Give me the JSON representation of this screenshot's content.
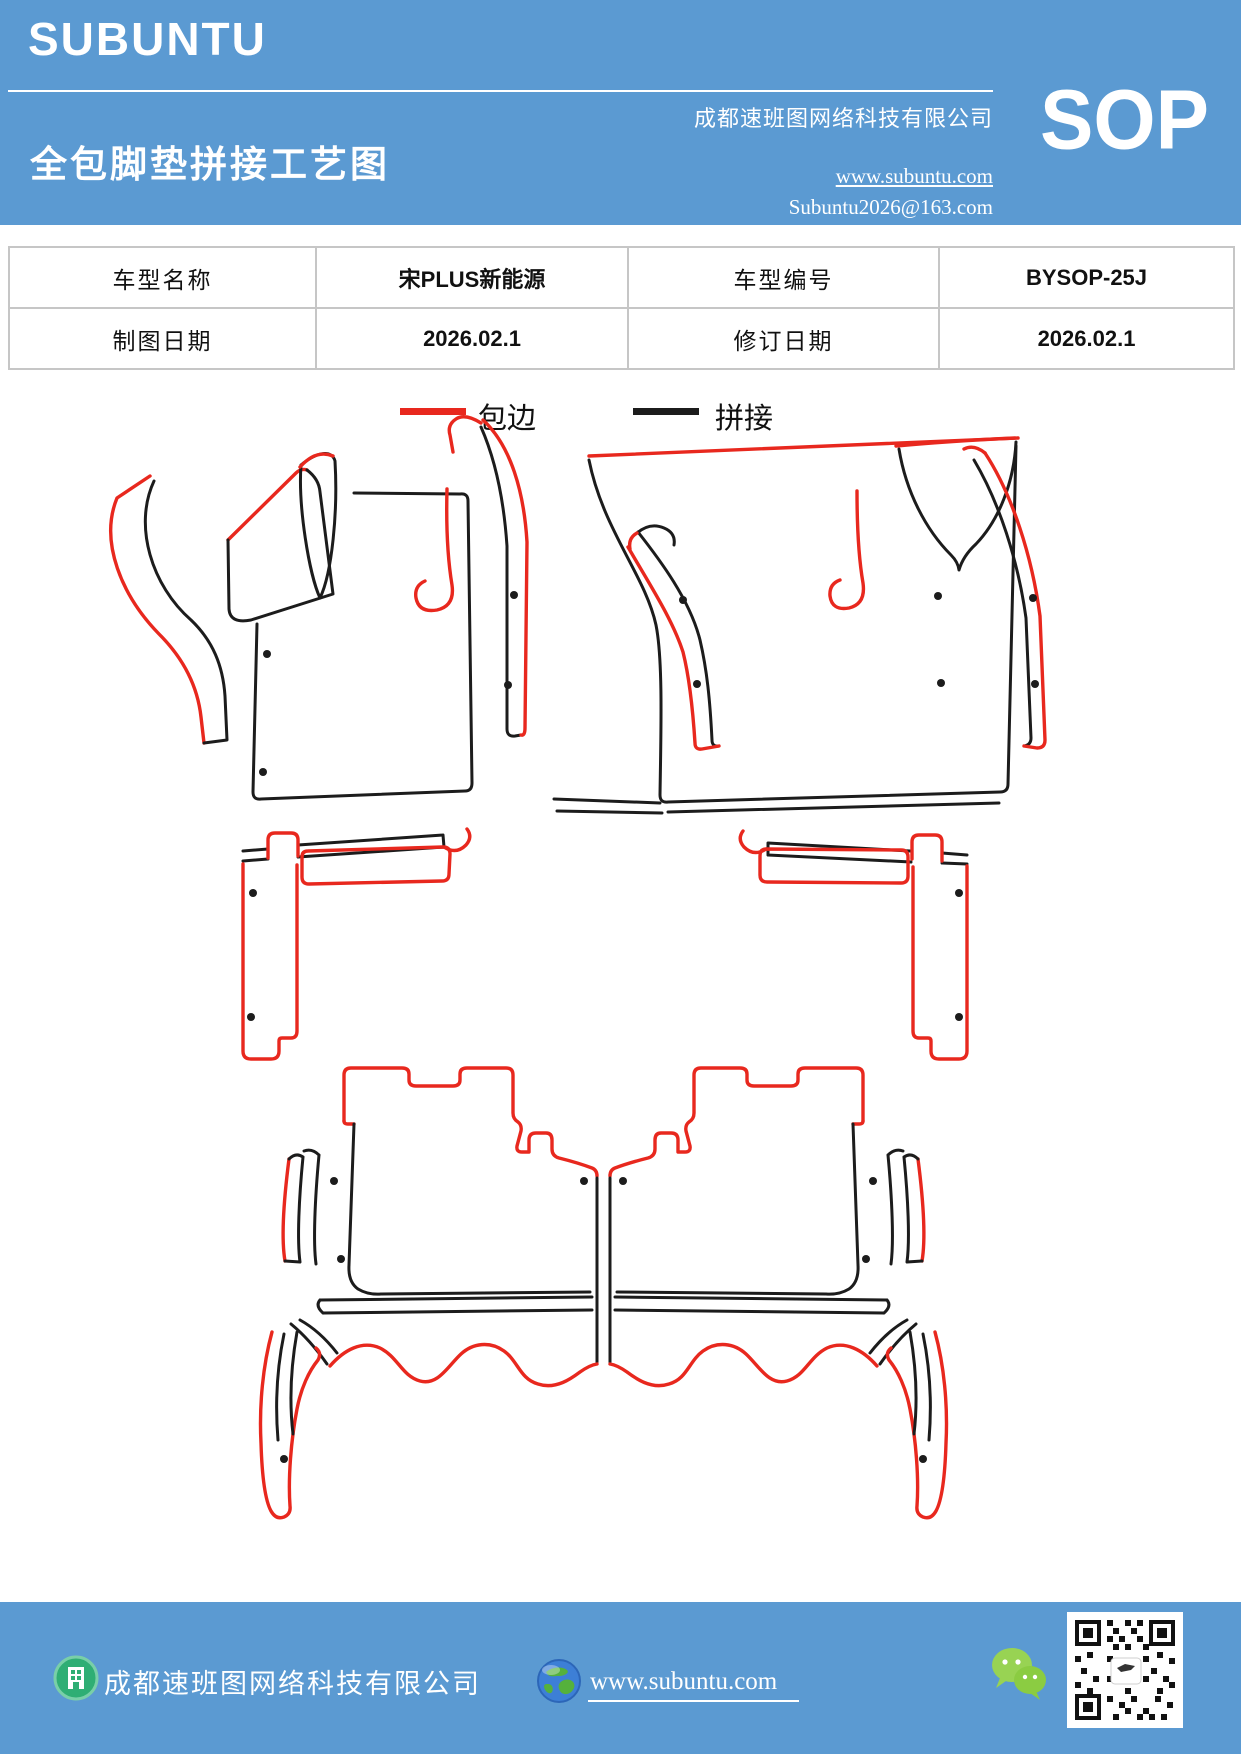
{
  "header": {
    "brand": "SUBUNTU",
    "title": "全包脚垫拼接工艺图",
    "company": "成都速班图网络科技有限公司",
    "website": "www.subuntu.com",
    "email": "Subuntu2026@163.com",
    "badge": "SOP"
  },
  "info_table": {
    "rows": [
      {
        "cells": [
          "车型名称",
          "宋PLUS新能源",
          "车型编号",
          "BYSOP-25J"
        ]
      },
      {
        "cells": [
          "制图日期",
          "2026.02.1",
          "修订日期",
          "2026.02.1"
        ]
      }
    ]
  },
  "legend": {
    "items": [
      {
        "label": "包边",
        "color": "#e8281e"
      },
      {
        "label": "拼接",
        "color": "#1c1c1c"
      }
    ]
  },
  "footer": {
    "company": "成都速班图网络科技有限公司",
    "website": "www.subuntu.com"
  },
  "colors": {
    "header_bg": "#5b9ad2",
    "edge_red": "#e8281e",
    "seam_black": "#1c1c1c",
    "page_bg": "#ffffff"
  }
}
